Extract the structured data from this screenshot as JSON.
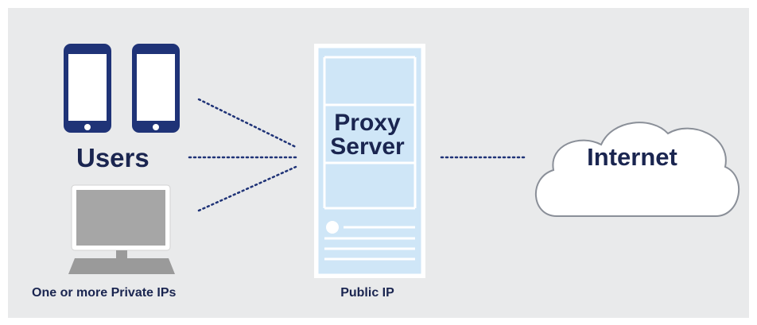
{
  "labels": {
    "users": "Users",
    "proxy_server_line1": "Proxy",
    "proxy_server_line2": "Server",
    "internet": "Internet",
    "private_ips": "One or more Private IPs",
    "public_ip": "Public IP"
  },
  "icons": {
    "phone": "smartphone-icon",
    "computer": "desktop-computer-icon",
    "server": "server-tower-icon",
    "cloud": "cloud-icon"
  },
  "colors": {
    "background": "#e9eaeb",
    "navy": "#1a2550",
    "server_fill": "#cfe6f7",
    "monitor_gray": "#a8a8a8"
  }
}
